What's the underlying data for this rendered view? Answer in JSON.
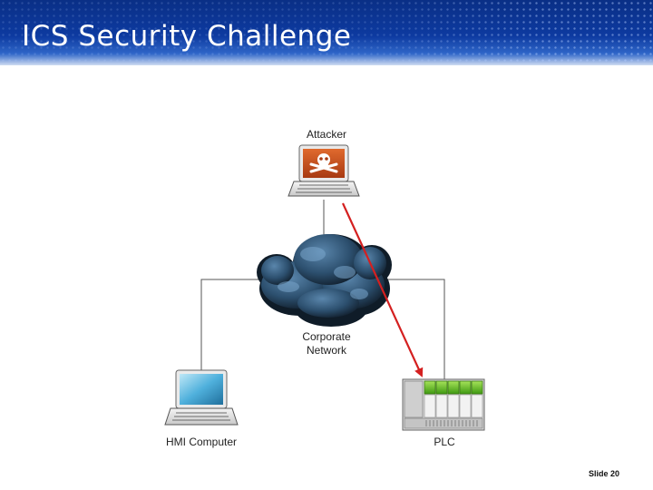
{
  "slide": {
    "title": "ICS Security Challenge",
    "slide_number": "Slide 20"
  },
  "diagram": {
    "nodes": {
      "attacker": {
        "label": "Attacker",
        "icon": "laptop-skull-icon"
      },
      "network": {
        "label_line1": "Corporate",
        "label_line2": "Network",
        "icon": "cloud-icon"
      },
      "hmi": {
        "label": "HMI Computer",
        "icon": "laptop-icon"
      },
      "plc": {
        "label": "PLC",
        "icon": "plc-rack-icon"
      }
    },
    "attack_path": {
      "from": "attacker",
      "to": "plc",
      "color": "#d42020"
    },
    "link_color": "#555555"
  },
  "colors": {
    "title_bar": "#0d3aa0",
    "title_text": "#ffffff",
    "attacker_screen": "#c8501e",
    "hmi_screen": "#4fb0dc",
    "plc_module": "#5cc21e",
    "cloud": "#2c4f6e"
  }
}
